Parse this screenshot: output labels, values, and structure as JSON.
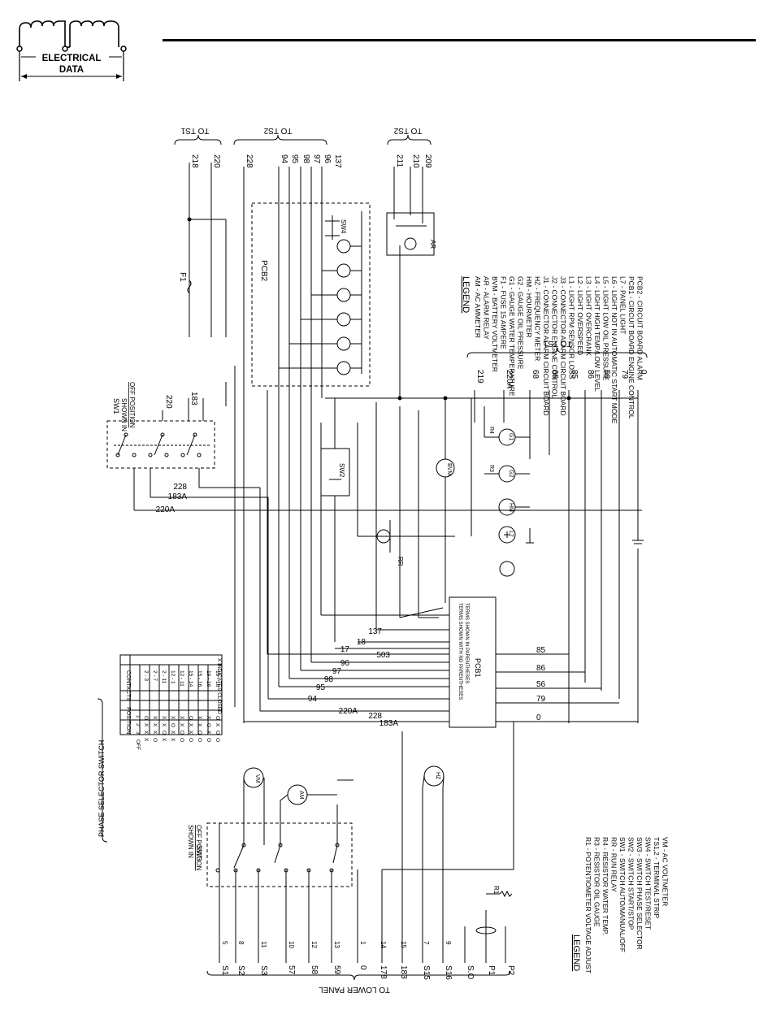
{
  "header": {
    "logo_line1": "ELECTRICAL",
    "logo_line2": "DATA"
  },
  "diagram": {
    "top_labels": {
      "to_ts1_top": "TO TS1",
      "to_ts2_mid": "TO TS2",
      "to_ts2_right": "TO TS2",
      "to_ts1_right": "TO TS1",
      "to_lower_panel": "TO LOWER PANEL"
    },
    "ts1_top_wires": [
      "218",
      "220"
    ],
    "ts2_wires": [
      "228",
      "94",
      "95",
      "98",
      "97",
      "96",
      "137"
    ],
    "ts2_right_wires": [
      "211",
      "210",
      "209"
    ],
    "ts1_right_wires": [
      "219",
      "220A",
      "68",
      "69",
      "85",
      "86",
      "56",
      "79",
      "0"
    ],
    "lower_panel_terminals": [
      "S1",
      "S2",
      "S3",
      "57",
      "58",
      "59",
      "0",
      "178",
      "183",
      "S15",
      "S16",
      "S.O",
      "P1",
      "P2"
    ],
    "lower_panel_wire_nums": [
      "5",
      "8",
      "11",
      "10",
      "12",
      "13",
      "1",
      "14",
      "15",
      "7",
      "9"
    ],
    "sw1": {
      "name": "SW1",
      "note1": "SHOWN IN",
      "note2": "OFF POSITION",
      "wires": [
        "220",
        "183",
        "228",
        "183A",
        "220A"
      ]
    },
    "sw3": {
      "name": "SW3",
      "note1": "SHOWN IN",
      "note2": "OFF POSITION"
    },
    "pcb1": {
      "name": "PCB1",
      "note1": "TERMS SHOWN WITH NO PARENTHESES",
      "note2": "TERMS SHOWN IN PARENTHESES",
      "left_wires": [
        "137",
        "18",
        "17",
        "503",
        "96",
        "97",
        "98",
        "95",
        "94",
        "220A",
        "228",
        "183A"
      ],
      "right_wires": [
        "85",
        "86",
        "56",
        "79",
        "0"
      ]
    },
    "pcb2": {
      "name": "PCB2"
    },
    "components": {
      "f1": "F1",
      "sw2": "SW2",
      "sw4": "SW4",
      "rr": "RR",
      "ar": "AR",
      "bvm": "BVM",
      "hm": "HM",
      "g1": "G1",
      "g2": "G2",
      "r3": "R3",
      "r4": "R4",
      "r1": "R1",
      "l7": "L7",
      "vm": "VM",
      "am": "AM",
      "hz": "HZ"
    },
    "phase_switch": {
      "title": "PHASE SELECTOR SWITCH",
      "col_contacts": "CONTACTS",
      "col_position": "POSITION",
      "positions": [
        "1",
        "2",
        "3",
        "OFF"
      ],
      "rows": [
        [
          "2 - 3",
          "O",
          "X",
          "X",
          "X"
        ],
        [
          "2 - 7",
          "X",
          "X",
          "X",
          "O"
        ],
        [
          "2 - 11",
          "X",
          "X",
          "O",
          "X"
        ],
        [
          "12 - 1",
          "X",
          "O",
          "X",
          "X"
        ],
        [
          "12 - 11",
          "X",
          "X",
          "O",
          "O"
        ],
        [
          "15 - 14",
          "O",
          "X",
          "X",
          "O"
        ],
        [
          "15 - 16",
          "X",
          "X",
          "O",
          "O"
        ],
        [
          "19 - 16",
          "X",
          "O",
          "X",
          "O"
        ],
        [
          "19 - 18",
          "O",
          "X",
          "O",
          "O"
        ]
      ],
      "footnote": "X INDICATES CLOSED"
    },
    "legend_upper": {
      "title": "LEGEND",
      "items": [
        "AM - AC AMMETER",
        "AR - ALARM RELAY",
        "BVM - BATTERY VOLTMETER",
        "F1 - FUSE 15 AMPERE",
        "G1 - GAUGE WATER TEMPERATURE",
        "G2 - GAUGE OIL PRESSURE",
        "HM - HOURMETER",
        "HZ - FREQUENCY METER",
        "J1 - CONNECTOR ALARM CIRCUIT BOARD",
        "J2 - CONNECTOR ENGINE CONTROL",
        "J3 - CONNECTOR ALARM CIRCUIT BOARD",
        "L1 - LIGHT RPM SENSOR LOSS",
        "L2 - LIGHT OVERSPEED",
        "L3 - LIGHT OVERCRANK",
        "L4 - LIGHT HIGH TEMP/LOW LEVEL",
        "L5 - LIGHT LOW OIL PRESSURE",
        "L6 - LIGHT NOT IN AUTOMATIC START MODE",
        "L7 - PANEL LIGHT",
        "PCB1 - CIRCUIT BOARD ENGINE CONTROL",
        "PCB2 - CIRCUIT BOARD ALARM"
      ]
    },
    "legend_lower": {
      "title": "LEGEND",
      "items": [
        "R1 - POTENTIOMETER VOLTAGE ADJUST",
        "R3 - RESISTOR OIL GAUGE",
        "R4 - RESISTOR WATER TEMP.",
        "RR - RUN RELAY",
        "SW1 - SWITCH AUTO/MANUAL/OFF",
        "SW2 - SWITCH START/STOP",
        "SW3 - SWITCH PHASE SELECTOR",
        "SW4 - SWITCH TEST/RESET",
        "TS1,2 - TERMINAL STRIP",
        "VM - AC VOLTMETER"
      ]
    }
  },
  "colors": {
    "ink": "#000000",
    "paper": "#ffffff"
  }
}
